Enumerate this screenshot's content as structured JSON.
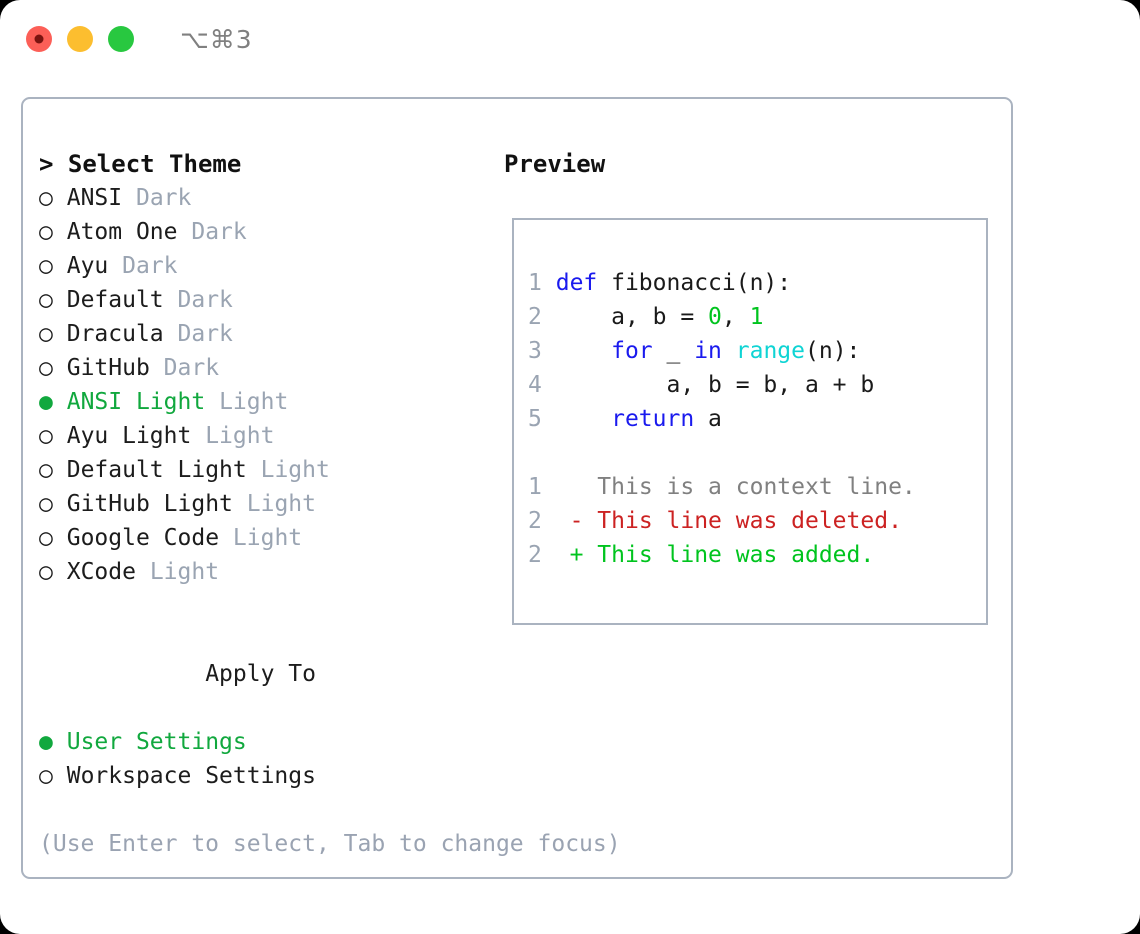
{
  "titlebar": {
    "shortcut": "⌥⌘3",
    "dots": [
      "close-dot",
      "minimize-dot",
      "maximize-dot"
    ],
    "colors": {
      "red": "#fc5f57",
      "amber": "#fcbe2f",
      "green": "#28c840"
    }
  },
  "theme_panel": {
    "heading": "> Select Theme",
    "items": [
      {
        "bullet": "○",
        "name": "ANSI",
        "variant": "Dark",
        "selected": false
      },
      {
        "bullet": "○",
        "name": "Atom One",
        "variant": "Dark",
        "selected": false
      },
      {
        "bullet": "○",
        "name": "Ayu",
        "variant": "Dark",
        "selected": false
      },
      {
        "bullet": "○",
        "name": "Default",
        "variant": "Dark",
        "selected": false
      },
      {
        "bullet": "○",
        "name": "Dracula",
        "variant": "Dark",
        "selected": false
      },
      {
        "bullet": "○",
        "name": "GitHub",
        "variant": "Dark",
        "selected": false
      },
      {
        "bullet": "●",
        "name": "ANSI Light",
        "variant": "Light",
        "selected": true
      },
      {
        "bullet": "○",
        "name": "Ayu Light",
        "variant": "Light",
        "selected": false
      },
      {
        "bullet": "○",
        "name": "Default Light",
        "variant": "Light",
        "selected": false
      },
      {
        "bullet": "○",
        "name": "GitHub Light",
        "variant": "Light",
        "selected": false
      },
      {
        "bullet": "○",
        "name": "Google Code",
        "variant": "Light",
        "selected": false
      },
      {
        "bullet": "○",
        "name": "XCode",
        "variant": "Light",
        "selected": false
      }
    ]
  },
  "apply_to": {
    "heading": "Apply To",
    "items": [
      {
        "bullet": "●",
        "name": "User Settings",
        "selected": true
      },
      {
        "bullet": "○",
        "name": "Workspace Settings",
        "selected": false
      }
    ]
  },
  "hint": "(Use Enter to select, Tab to change focus)",
  "preview": {
    "title": "Preview",
    "code_lines": [
      {
        "no": "1",
        "tokens": [
          {
            "t": "def",
            "c": "kw"
          },
          {
            "t": " fibonacci(n):",
            "c": "id"
          }
        ]
      },
      {
        "no": "2",
        "tokens": [
          {
            "t": "    a, b = ",
            "c": "id"
          },
          {
            "t": "0",
            "c": "num"
          },
          {
            "t": ", ",
            "c": "id"
          },
          {
            "t": "1",
            "c": "num"
          }
        ]
      },
      {
        "no": "3",
        "tokens": [
          {
            "t": "    ",
            "c": "id"
          },
          {
            "t": "for",
            "c": "kw"
          },
          {
            "t": " _ ",
            "c": "id"
          },
          {
            "t": "in",
            "c": "kw"
          },
          {
            "t": " ",
            "c": "id"
          },
          {
            "t": "range",
            "c": "fn"
          },
          {
            "t": "(n):",
            "c": "id"
          }
        ]
      },
      {
        "no": "4",
        "tokens": [
          {
            "t": "        a, b = b, a + b",
            "c": "id"
          }
        ]
      },
      {
        "no": "5",
        "tokens": [
          {
            "t": "    ",
            "c": "id"
          },
          {
            "t": "return",
            "c": "kw"
          },
          {
            "t": " a",
            "c": "id"
          }
        ]
      }
    ],
    "diff_lines": [
      {
        "no": "1",
        "marker": " ",
        "text": "This is a context line.",
        "kind": "context"
      },
      {
        "no": "2",
        "marker": "-",
        "text": "This line was deleted.",
        "kind": "del"
      },
      {
        "no": "2",
        "marker": "+",
        "text": "This line was added.",
        "kind": "add"
      }
    ]
  },
  "colors": {
    "accent_green": "#11a83e",
    "muted": "#9aa4b2",
    "border": "#aab3c0",
    "keyword": "#1a1aee",
    "function": "#0fd4d4",
    "number": "#00c41e",
    "diff_add": "#00c41e",
    "diff_del": "#cc2222",
    "diff_context": "#808080"
  }
}
